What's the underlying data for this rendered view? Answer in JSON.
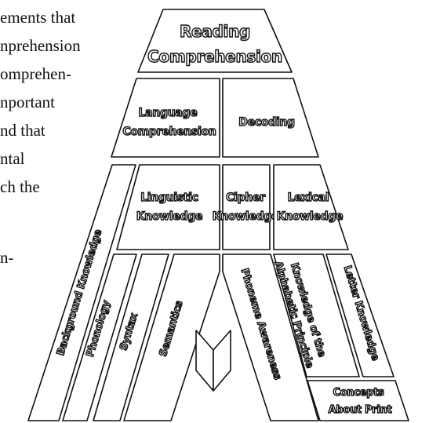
{
  "left_text": {
    "lines": [
      "ements that",
      "nprehension",
      "omprehen-",
      "nportant",
      "nd that",
      "ntal",
      "ch the",
      "",
      "n-"
    ]
  },
  "diagram": {
    "top": {
      "line1": "Reading",
      "line2": "Comprehension"
    },
    "language_comprehension": {
      "line1": "Language",
      "line2": "Comprehension"
    },
    "decoding": "Decoding",
    "linguistic_knowledge": {
      "line1": "Linguistic",
      "line2": "Knowledge"
    },
    "cipher_knowledge": {
      "line1": "Cipher",
      "line2": "Knowledge"
    },
    "lexical_knowledge": {
      "line1": "Lexical",
      "line2": "Knowledge"
    },
    "background_knowledge": "Background Knowledge",
    "phonology": "Phonology",
    "syntax": "Syntax",
    "semantics": "Semantics",
    "phoneme_awareness": "Phoneme Awareness",
    "alphabetic_principle": {
      "line1": "Knowledge of the",
      "line2": "Alphabetic Principle"
    },
    "letter_knowledge": "Letter Knowledge",
    "concepts_about_print": {
      "line1": "Concepts",
      "line2": "About Print"
    }
  }
}
